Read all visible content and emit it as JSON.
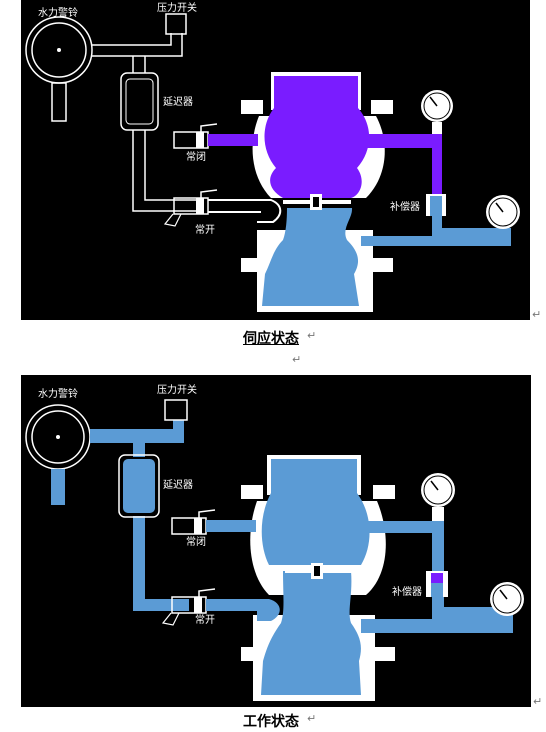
{
  "diagrams": [
    {
      "caption": "伺应状态",
      "labels": {
        "alarm": "水力警铃",
        "pressure_switch": "压力开关",
        "delay": "延迟器",
        "normally_closed": "常闭",
        "normally_open": "常开",
        "compensator": "补偿器"
      }
    },
    {
      "caption": "工作状态",
      "labels": {
        "alarm": "水力警铃",
        "pressure_switch": "压力开关",
        "delay": "延迟器",
        "normally_closed": "常闭",
        "normally_open": "常开",
        "compensator": "补偿器"
      }
    }
  ],
  "return_mark": "↵",
  "colors": {
    "background": "#000000",
    "water": "#5b9bd5",
    "pressurized": "#7a1cff",
    "outline": "#ffffff"
  }
}
